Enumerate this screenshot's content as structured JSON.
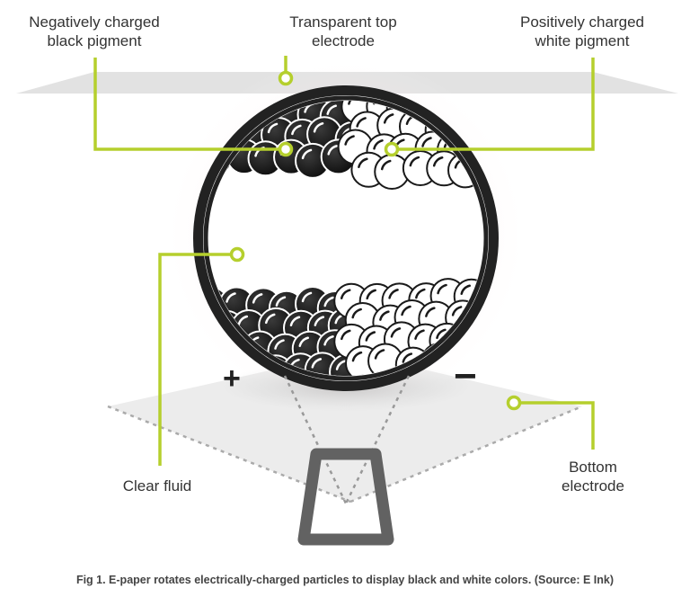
{
  "labels": {
    "negative_pigment": [
      "Negatively charged",
      "black pigment"
    ],
    "top_electrode": [
      "Transparent top",
      "electrode"
    ],
    "positive_pigment": [
      "Positively charged",
      "white pigment"
    ],
    "clear_fluid": "Clear fluid",
    "bottom_electrode": [
      "Bottom",
      "electrode"
    ]
  },
  "signs": {
    "plus": "+",
    "minus": "−"
  },
  "caption": "Fig 1. E-paper rotates electrically-charged particles to display black and white colors. (Source: E Ink)",
  "colors": {
    "accent": "#b5cf2d",
    "electrode_fill": "#e9e9e9",
    "capsule_ring": "#222222",
    "black_particle": "#1a1a1a",
    "white_particle": "#ffffff",
    "fluid_glow": "#f4c8cc",
    "pixel_frame": "#666666"
  }
}
